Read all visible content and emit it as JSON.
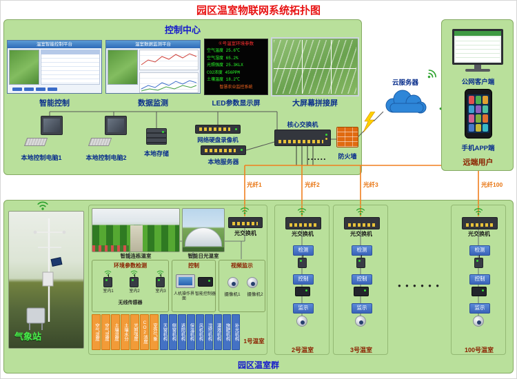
{
  "title": "园区温室物联网系统拓扑图",
  "control_center": {
    "title": "控制中心",
    "screen1": {
      "caption": "智能控制",
      "ui_title": "温室智能控制平台"
    },
    "screen2": {
      "caption": "数据监测",
      "ui_title": "温室数据监测平台"
    },
    "led": {
      "caption": "LED参数显示屏",
      "title": "①号温室环境参数",
      "rows": [
        "空气温度 25.6℃",
        "空气湿度 65.2%",
        "光照强度 25.3KLX",
        "CO2浓度 456PPM",
        "土壤温度 18.2℃"
      ],
      "footer": "智慧农业监控系统"
    },
    "wall": {
      "caption": "大屏幕拼接屏"
    },
    "pc1": "本地控制电脑1",
    "pc2": "本地控制电脑2",
    "storage": "本地存储",
    "nvr": "网络硬盘录像机",
    "server": "本地服务器",
    "core_switch": "核心交换机",
    "firewall": "防火墙",
    "more_dots": "......"
  },
  "cloud_label": "云服务器",
  "remote": {
    "title": "远端用户",
    "web_client": "公网客户端",
    "app_client": "手机APP端"
  },
  "fibers": {
    "f1": "光纤1",
    "f2": "光纤2",
    "f3": "光纤3",
    "f100": "光纤100"
  },
  "park": {
    "title": "园区温室群",
    "weather_station": "气象站",
    "dots": "● ● ● ● ● ●",
    "gh1": {
      "label": "1号温室",
      "photo1": "智能连栋温室",
      "photo2": "智能日光温室",
      "switch": "光交换机",
      "env": {
        "title": "环境参数检测",
        "s1": "室内1",
        "s2": "室内2",
        "s3": "室内3",
        "caption": "无线传感器"
      },
      "ctrl": {
        "title": "控制",
        "hmi": "人机操作界面",
        "controller": "智能控制器"
      },
      "video": {
        "title": "视频监示",
        "cam1": "摄像机1",
        "cam2": "摄像机2"
      },
      "sensors": [
        "空气温度",
        "空气湿度",
        "土壤温度",
        "土壤水分",
        "光照强度",
        "CO2浓度",
        "室外气象"
      ],
      "actuators": [
        "天窗机构",
        "侧窗机构",
        "遮阳机构",
        "保温机构",
        "风机机构",
        "湿帘机构",
        "灌溉机构",
        "施肥机构",
        "补光机构"
      ]
    },
    "gh2": {
      "label": "2号温室",
      "switch": "光交换机",
      "t1": "检测",
      "t2": "控制",
      "t3": "监示"
    },
    "gh3": {
      "label": "3号温室",
      "switch": "光交换机",
      "t1": "检测",
      "t2": "控制",
      "t3": "监示"
    },
    "gh100": {
      "label": "100号温室",
      "switch": "光交换机",
      "t1": "检测",
      "t2": "控制",
      "t3": "监示"
    }
  }
}
